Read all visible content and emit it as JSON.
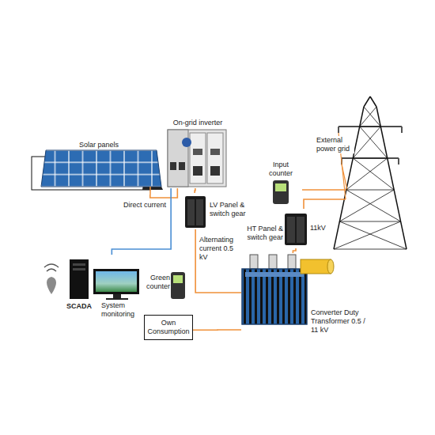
{
  "diagram": {
    "nodes": [
      {
        "text": [
          "Solar panels"
        ]
      },
      {
        "text": [
          "On-grid inverter"
        ]
      },
      {
        "text": [
          "External power grid"
        ]
      },
      {
        "text": [
          "Input counter"
        ]
      },
      {
        "text": [
          "LV Panel & switch gear"
        ]
      },
      {
        "text": [
          "HT Panel & switch gear"
        ]
      },
      {
        "text": [
          "SCADA",
          "System monitoring"
        ]
      },
      {
        "text": [
          "Green counter"
        ]
      },
      {
        "text": [
          "Own Consumption"
        ]
      },
      {
        "text": [
          "Converter Duty Transformer 0.5 / 11 kV"
        ]
      }
    ],
    "edges": [
      {
        "from": 0,
        "to": 1,
        "label": "Direct current",
        "arrow": "none"
      },
      {
        "from": 1,
        "to": 4,
        "arrow": "none"
      },
      {
        "from": 1,
        "to": 6,
        "arrow": "none"
      },
      {
        "from": 4,
        "to": 9,
        "label": "Alternating current 0.5 kV",
        "arrow": "none"
      },
      {
        "from": 8,
        "to": 9,
        "arrow": "none"
      },
      {
        "from": 9,
        "to": 5,
        "arrow": "none"
      },
      {
        "from": 5,
        "to": 2,
        "arrow": "none"
      },
      {
        "from": 3,
        "to": 2,
        "arrow": "none"
      }
    ],
    "labels": [
      "11kV"
    ]
  }
}
